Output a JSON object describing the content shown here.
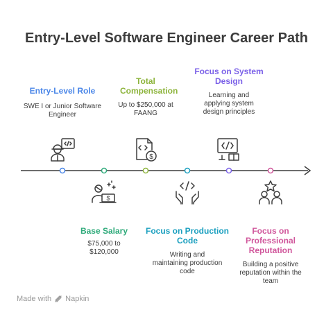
{
  "title": "Entry-Level Software Engineer Career Path",
  "colors": {
    "line": "#3d3d3d",
    "role": "#4a86e8",
    "salary": "#2eaa7a",
    "compensation": "#8db43c",
    "production": "#1a9fbf",
    "design": "#7b61e8",
    "reputation": "#d0569b"
  },
  "milestones": [
    {
      "heading": "Entry-Level Role",
      "body": "SWE I or Junior Software Engineer",
      "icon": "engineer-with-code-icon"
    },
    {
      "heading": "Base Salary",
      "body": "$75,000 to $120,000",
      "icon": "worker-with-dollar-laptop-icon"
    },
    {
      "heading": "Total Compensation",
      "body": "Up to $250,000 at FAANG",
      "icon": "code-document-dollar-icon"
    },
    {
      "heading": "Focus on Production Code",
      "body": "Writing and maintaining production code",
      "icon": "hands-holding-code-icon"
    },
    {
      "heading": "Focus on System Design",
      "body": "Learning and applying system design principles",
      "icon": "monitor-code-book-icon"
    },
    {
      "heading": "Focus on Professional Reputation",
      "body": "Building a positive reputation within the team",
      "icon": "people-with-star-icon"
    }
  ],
  "footer": {
    "prefix": "Made with",
    "brand": "Napkin"
  }
}
